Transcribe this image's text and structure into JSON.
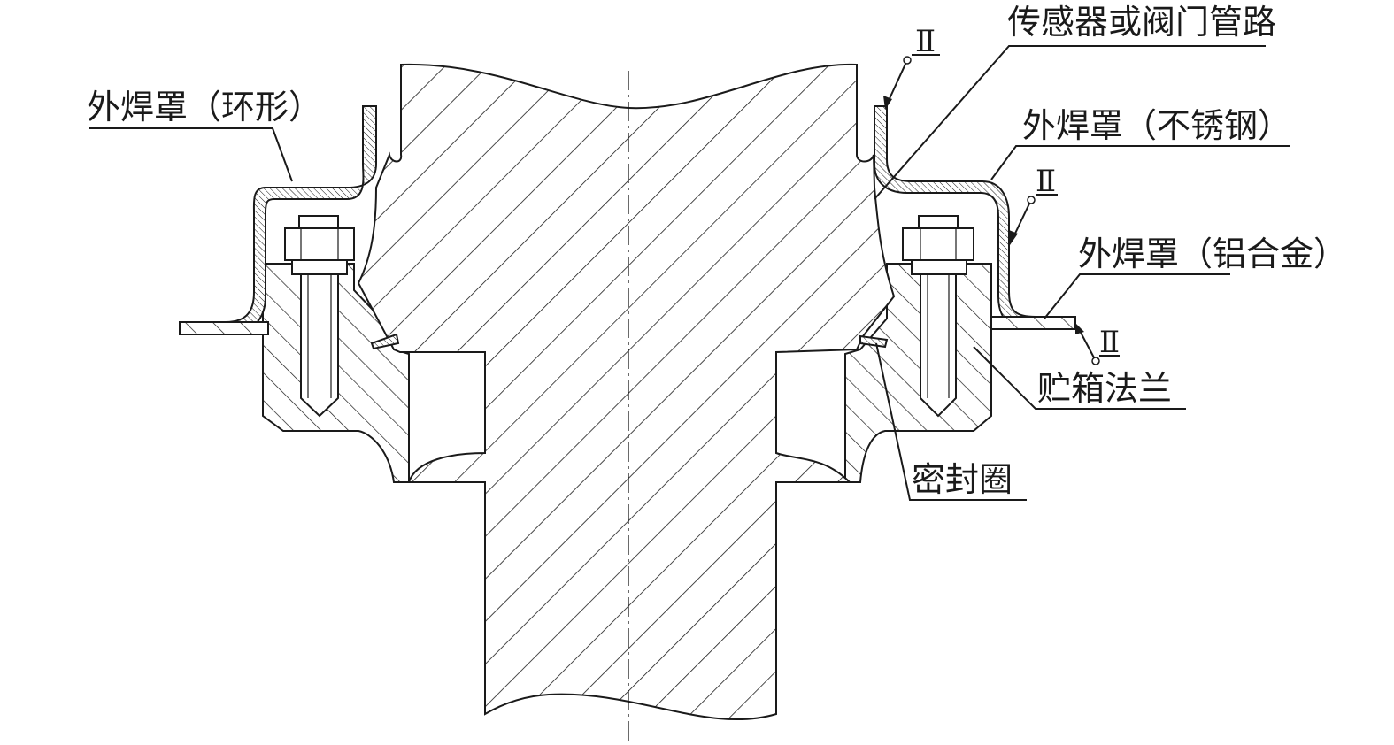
{
  "labels": {
    "cover_ring": "外焊罩（环形）",
    "sensor_pipe": "传感器或阀门管路",
    "cover_stainless": "外焊罩（不锈钢）",
    "cover_aluminum": "外焊罩（铝合金）",
    "tank_flange": "贮箱法兰",
    "seal_ring": "密封圈"
  },
  "weld_marks": {
    "top": "Ⅱ",
    "right_mid": "Ⅱ",
    "right_low": "Ⅱ"
  }
}
